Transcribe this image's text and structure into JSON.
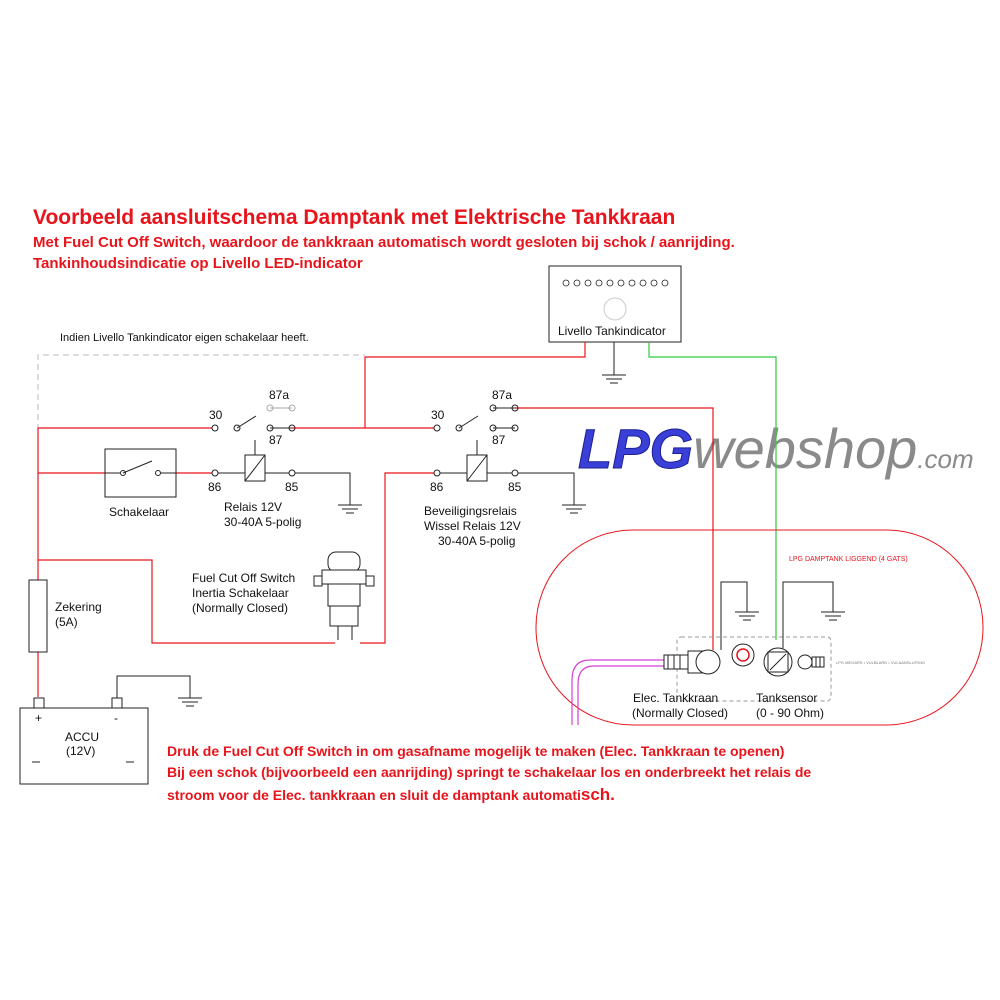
{
  "title": "Voorbeeld aansluitschema Damptank met Elektrische Tankkraan",
  "subtitle1": "Met Fuel Cut Off Switch, waardoor de tankkraan automatisch wordt gesloten bij schok / aanrijding.",
  "subtitle2": "Tankinhoudsindicatie op Livello LED-indicator",
  "note_switch": "Indien Livello Tankindicator eigen schakelaar heeft.",
  "indicator": {
    "label": "Livello  Tankindicator"
  },
  "relay1": {
    "pins": {
      "p30": "30",
      "p87a": "87a",
      "p87": "87",
      "p86": "86",
      "p85": "85"
    },
    "name": "Relais 12V",
    "spec": "30-40A 5-polig"
  },
  "relay2": {
    "pins": {
      "p30": "30",
      "p87a": "87a",
      "p87": "87",
      "p86": "86",
      "p85": "85"
    },
    "name": "Beveiligingsrelais",
    "name2": "Wissel Relais 12V",
    "spec": "30-40A 5-polig"
  },
  "switch": {
    "label": "Schakelaar"
  },
  "fuse": {
    "label": "Zekering",
    "value": "(5A)"
  },
  "inertia": {
    "line1": "Fuel Cut Off Switch",
    "line2": "Inertia Schakelaar",
    "line3": "(Normally Closed)"
  },
  "battery": {
    "name": "ACCU",
    "voltage": "(12V)",
    "plus": "+",
    "minus": "-"
  },
  "tank": {
    "title": "LPG DAMPTANK LIGGEND (4 GATS)",
    "valve": "Elec. Tankkraan",
    "valve_state": "(Normally Closed)",
    "sensor": "Tanksensor",
    "sensor_range": "(0 - 90 Ohm)",
    "port_label": "LPG MEGARS • VULBLARD • VULAANSLUITING"
  },
  "watermark": {
    "part1": "LPG",
    "part2": "webshop",
    "part3": ".com"
  },
  "bottom": {
    "line1": "Druk de Fuel Cut Off Switch in om gasafname mogelijk te maken (Elec. Tankkraan te openen)",
    "line2": "Bij een schok (bijvoorbeeld een aanrijding) springt te schakelaar los en onderbreekt het relais de",
    "line3a": "stroom voor de Elec. tankkraan en sluit de damptank automati",
    "line3b": "sch."
  },
  "colors": {
    "accent_red": "#e8141b",
    "wire_green": "#2ecc40",
    "wire_magenta": "#d43fd4",
    "watermark_blue": "#3a3fd8"
  }
}
